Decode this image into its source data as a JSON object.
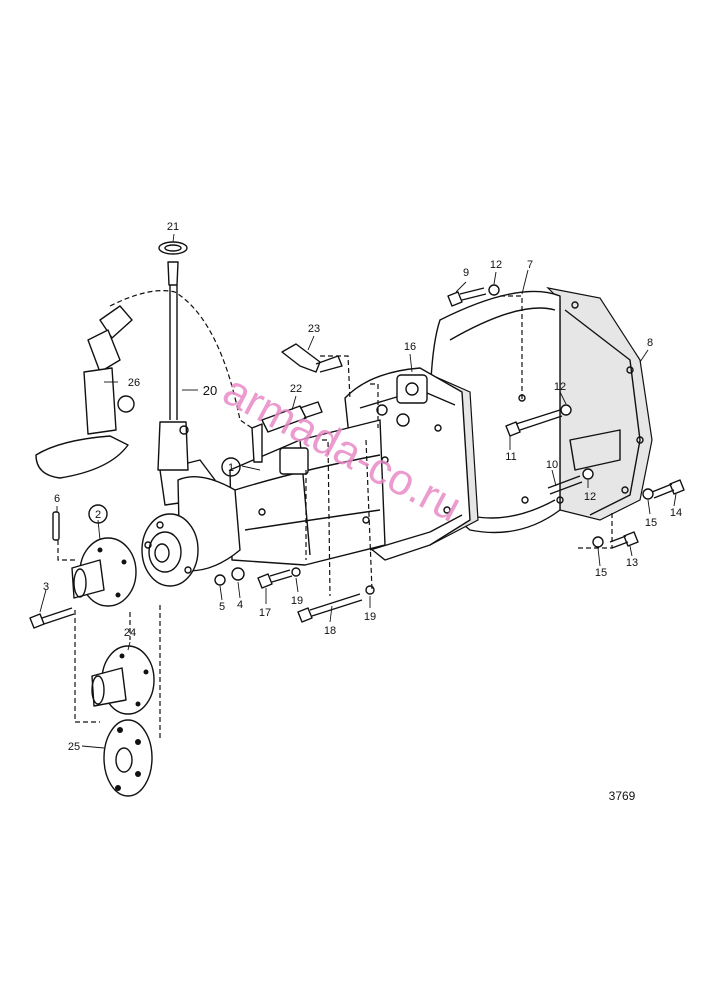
{
  "figure_number": "3769",
  "watermark": "armada-co.ru",
  "callouts": {
    "c1": "1",
    "c2": "2",
    "c3": "3",
    "c4": "4",
    "c5": "5",
    "c6": "6",
    "c7": "7",
    "c8": "8",
    "c9": "9",
    "c10": "10",
    "c11": "11",
    "c12a": "12",
    "c12b": "12",
    "c12c": "12",
    "c13": "13",
    "c14": "14",
    "c15a": "15",
    "c15b": "15",
    "c16": "16",
    "c17": "17",
    "c18": "18",
    "c19a": "19",
    "c19b": "19",
    "c20": "20",
    "c21": "21",
    "c22": "22",
    "c23": "23",
    "c24": "24",
    "c25": "25",
    "c26": "26"
  }
}
